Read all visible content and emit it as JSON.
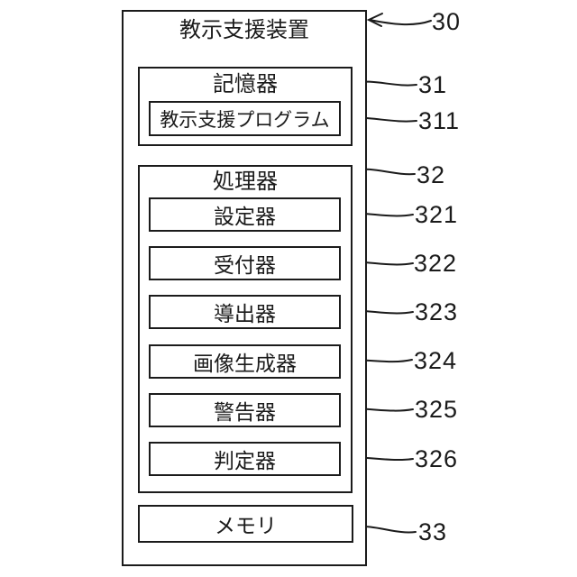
{
  "figure": {
    "device": {
      "label": "教示支援装置",
      "ref": "30"
    },
    "storage": {
      "label": "記憶器",
      "ref": "31",
      "program": {
        "label": "教示支援プログラム",
        "ref": "311"
      }
    },
    "processor": {
      "label": "処理器",
      "ref": "32",
      "units": [
        {
          "label": "設定器",
          "ref": "321"
        },
        {
          "label": "受付器",
          "ref": "322"
        },
        {
          "label": "導出器",
          "ref": "323"
        },
        {
          "label": "画像生成器",
          "ref": "324"
        },
        {
          "label": "警告器",
          "ref": "325"
        },
        {
          "label": "判定器",
          "ref": "326"
        }
      ]
    },
    "memory": {
      "label": "メモリ",
      "ref": "33"
    },
    "colors": {
      "line": "#1b1b1b",
      "background": "#ffffff"
    }
  }
}
